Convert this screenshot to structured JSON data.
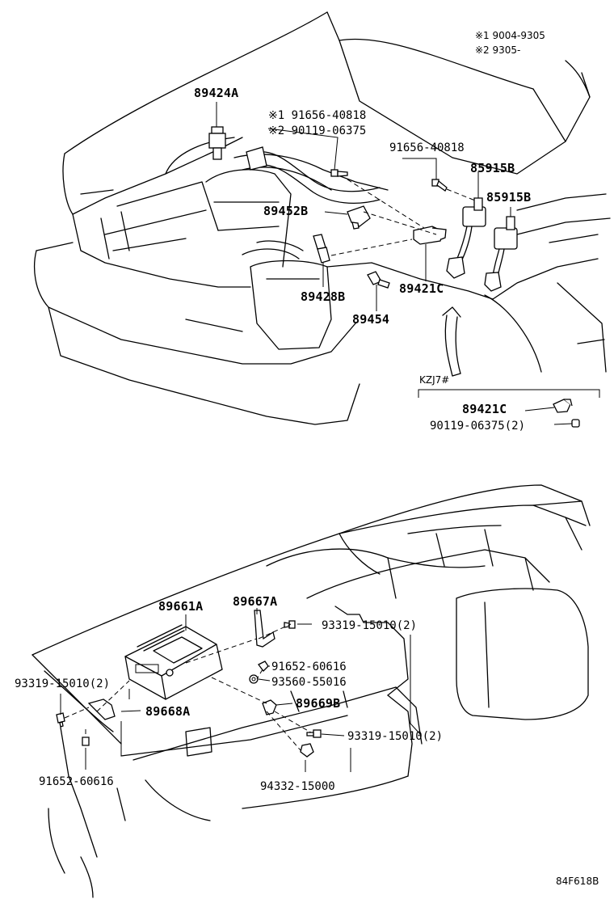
{
  "notes": {
    "note1": "※1 9004-9305",
    "note2": "※2 9305-"
  },
  "upper": {
    "p89424A": "89424A",
    "p91656_40818_n1": "※1 91656-40818",
    "p90119_06375_n2": "※2 90119-06375",
    "p91656_40818": "91656-40818",
    "p85915B_a": "85915B",
    "p85915B_b": "85915B",
    "p89452B": "89452B",
    "p89428B": "89428B",
    "p89421C": "89421C",
    "p89454": "89454"
  },
  "inset": {
    "title": "KZJ7#",
    "p89421C": "89421C",
    "p90119_06375": "90119-06375(2)"
  },
  "lower": {
    "p89661A": "89661A",
    "p89667A": "89667A",
    "p93319_top": "93319-15010(2)",
    "p91652_right": "91652-60616",
    "p93560": "93560-55016",
    "p89669B": "89669B",
    "p93319_bottom": "93319-15010(2)",
    "p94332": "94332-15000",
    "p93319_left": "93319-15010(2)",
    "p89668A": "89668A",
    "p91652_left": "91652-60616"
  },
  "footer": {
    "code": "84F618B"
  }
}
